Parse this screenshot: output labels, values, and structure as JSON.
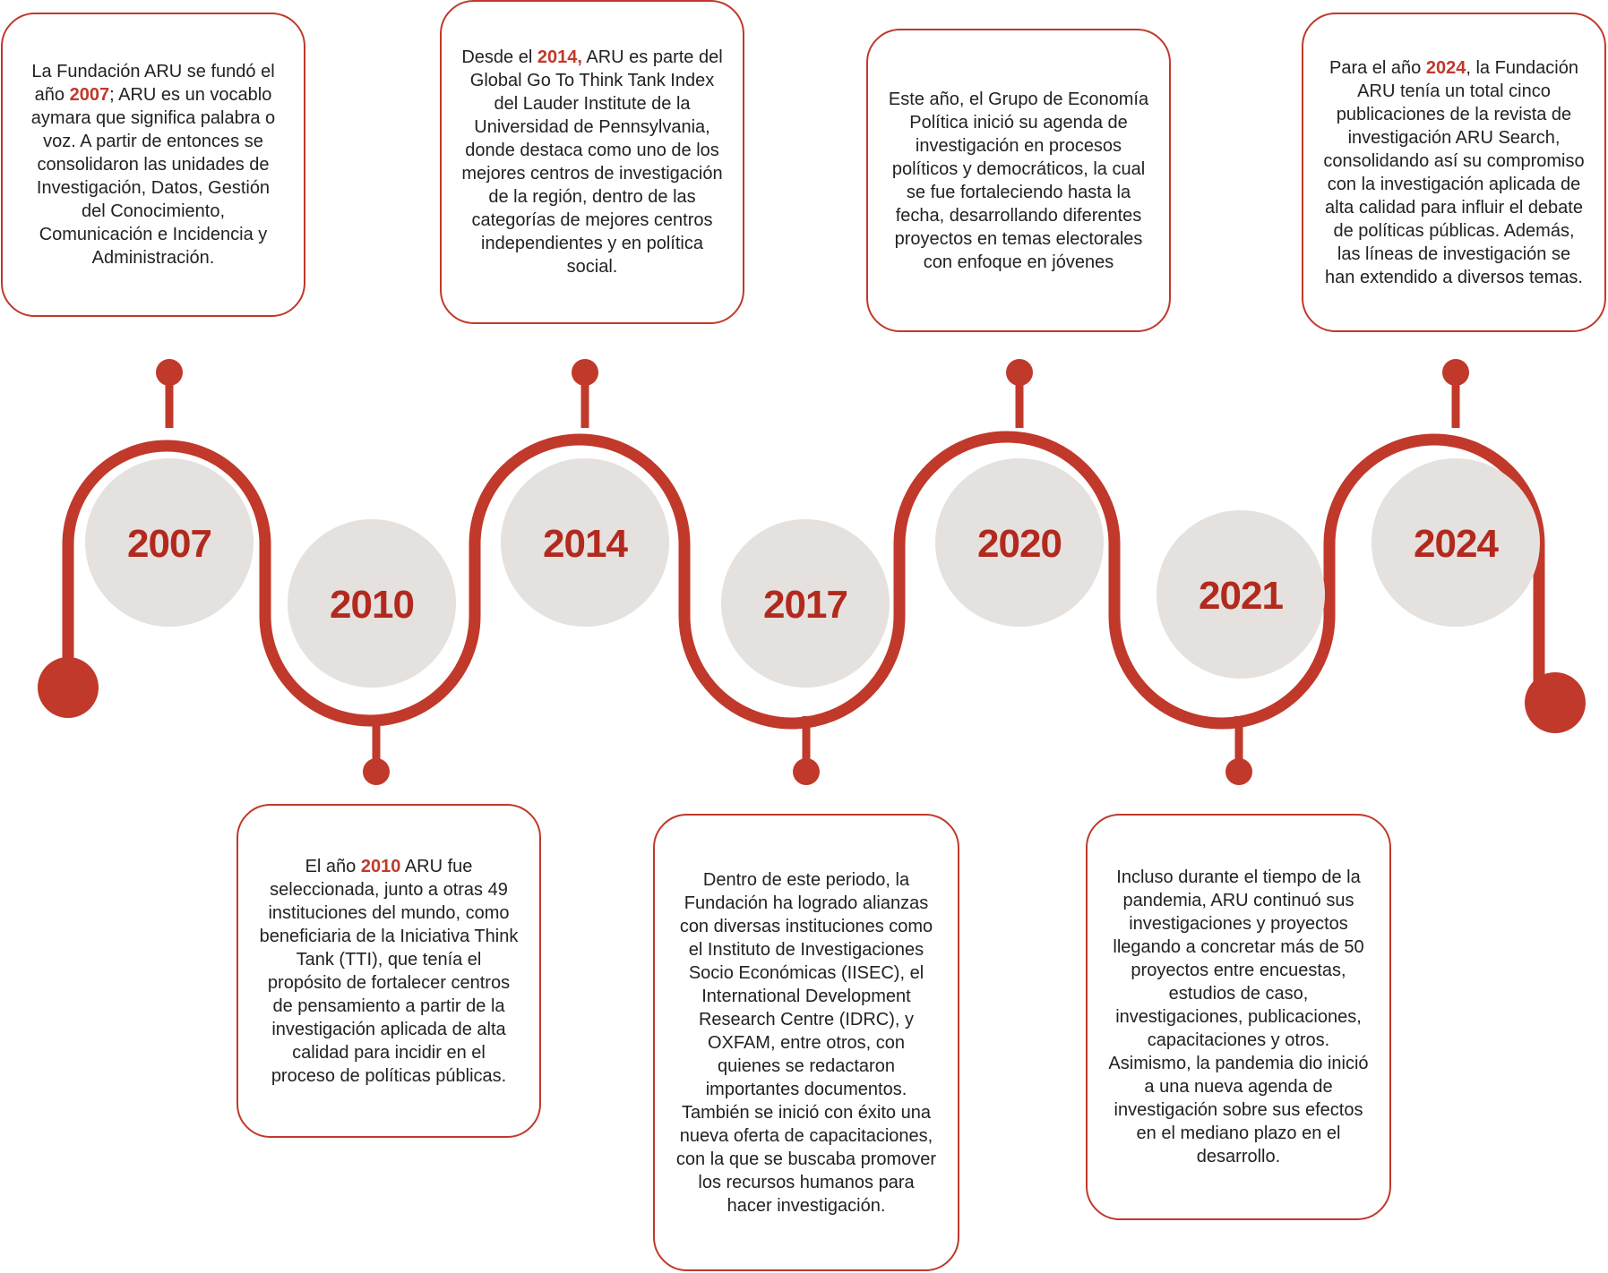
{
  "colors": {
    "accent": "#c0392b",
    "circle_fill": "#e5e1df",
    "text": "#222222"
  },
  "years": [
    "2007",
    "2010",
    "2014",
    "2017",
    "2020",
    "2021",
    "2024"
  ],
  "cards": [
    {
      "year": "2007",
      "pre": "La Fundación ARU se fundó el año ",
      "highlight": "2007",
      "post": "; ARU es un vocablo aymara que significa palabra o voz. A partir de entonces se consolidaron las unidades de Investigación, Datos, Gestión del Conocimiento, Comunicación e Incidencia y Administración."
    },
    {
      "year": "2010",
      "pre": "El año ",
      "highlight": "2010",
      "post": " ARU fue seleccionada, junto a otras 49 instituciones del mundo, como beneficiaria de la Iniciativa Think Tank (TTI), que tenía el propósito de fortalecer centros de pensamiento a partir de la investigación aplicada de alta calidad para incidir en el proceso de políticas públicas."
    },
    {
      "year": "2014",
      "pre": "Desde el ",
      "highlight": "2014,",
      "post": " ARU es parte del Global Go To Think Tank Index del Lauder Institute de la Universidad de Pennsylvania, donde destaca como uno de los mejores centros de investigación de la región, dentro de las categorías de mejores centros independientes y en política social."
    },
    {
      "year": "2017",
      "pre": "Dentro de este periodo, la Fundación ha logrado alianzas con diversas instituciones como el Instituto de Investigaciones Socio Económicas (IISEC), el International Development Research Centre (IDRC), y OXFAM, entre otros, con quienes se redactaron importantes documentos. También se inició con éxito una nueva oferta de capacitaciones, con la que se buscaba promover los recursos humanos para hacer investigación.",
      "highlight": "",
      "post": ""
    },
    {
      "year": "2020",
      "pre": "Este año, el Grupo de Economía Política inició su agenda de investigación en procesos políticos y democráticos, la cual se fue fortaleciendo hasta la fecha, desarrollando diferentes proyectos en temas electorales con enfoque en jóvenes",
      "highlight": "",
      "post": ""
    },
    {
      "year": "2021",
      "pre": "Incluso durante el tiempo de la pandemia, ARU continuó sus investigaciones y proyectos llegando a concretar más de 50 proyectos entre encuestas, estudios de caso, investigaciones, publicaciones, capacitaciones y otros. Asimismo, la pandemia dio inició a una nueva agenda de investigación sobre sus efectos en el mediano plazo en el desarrollo.",
      "highlight": "",
      "post": ""
    },
    {
      "year": "2024",
      "pre": "Para el año ",
      "highlight": "2024",
      "post": ", la Fundación ARU tenía un total cinco publicaciones de la revista de investigación ARU Search, consolidando así su compromiso con la investigación aplicada de alta calidad para influir el debate de políticas públicas. Además, las líneas de investigación se han extendido a diversos temas."
    }
  ]
}
